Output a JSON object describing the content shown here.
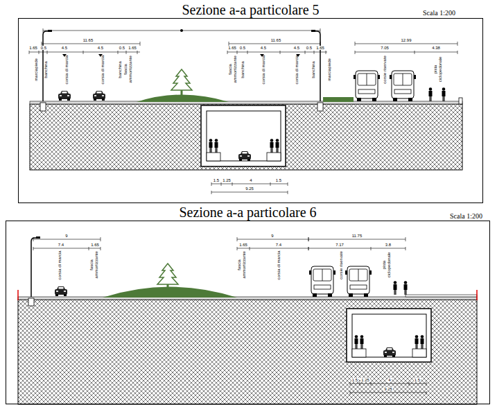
{
  "diagram": {
    "nodes": [
      {
        "text": [
          "Sezione a-a particolare 5",
          "Scala 1:200"
        ]
      },
      {
        "text": [
          "Sezione a-a particolare 6",
          "Scala 1:200"
        ]
      }
    ],
    "labels": [
      "1.65",
      "0.5",
      "11.65",
      "4.5",
      "4.5",
      "0.5",
      "1.65",
      "marciapiede",
      "banchina",
      "corsia di marcia",
      "corsia di marcia",
      "banchina",
      "fascia ammortizzante",
      "11.65",
      "1.65",
      "0.5",
      "4.5",
      "4.5",
      "0.5",
      "1.65",
      "fascia ammortizzante",
      "banchina",
      "corsia di marcia",
      "corsia di marcia",
      "banchina",
      "marciapiede",
      "12.99",
      "7.05",
      "4.38",
      "corsie riservate",
      "pista ciclopedonale",
      "1.5",
      "1.25",
      "4",
      "1.5",
      "9.25",
      "9",
      "7.4",
      "1.65",
      "corsia di marcia",
      "fascia ammortizzante",
      "9",
      "1.65",
      "7.4",
      "fascia ammortizzante",
      "corsia di marcia",
      "11.75",
      "7.17",
      "3.8",
      "corsie riservate",
      "pista ciclopedonale",
      "1.5",
      "1.25",
      "4",
      "1.5",
      "9.25"
    ]
  }
}
